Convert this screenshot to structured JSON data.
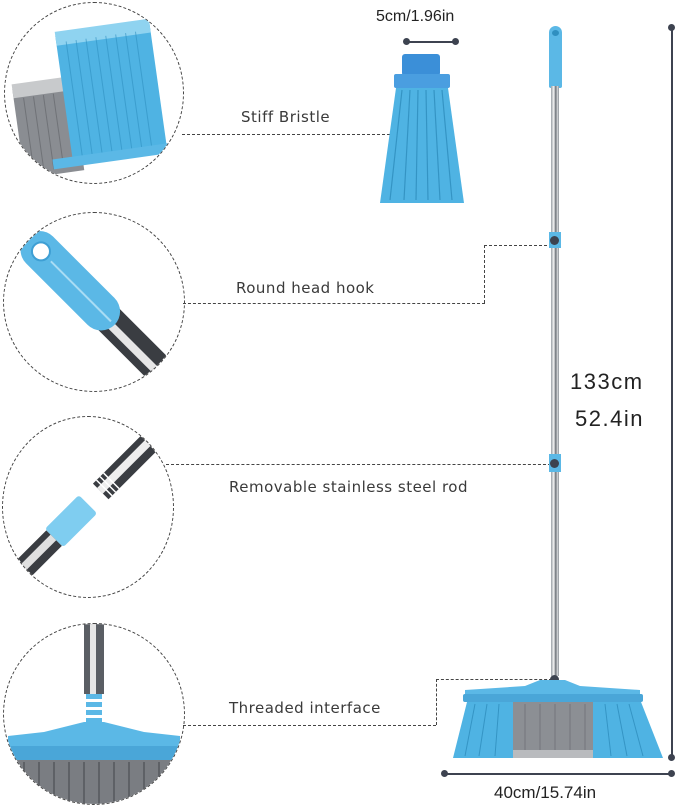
{
  "features": [
    {
      "id": "stiff-bristle",
      "label": "Stiff Bristle"
    },
    {
      "id": "round-head-hook",
      "label": "Round head hook"
    },
    {
      "id": "removable-rod",
      "label": "Removable  stainless steel rod"
    },
    {
      "id": "threaded-interface",
      "label": "Threaded interface"
    }
  ],
  "dimensions": {
    "head_width": "5cm/1.96in",
    "height_cm": "133cm",
    "height_in": "52.4in",
    "broom_width": "40cm/15.74in"
  },
  "colors": {
    "accent_blue": "#5bb8e6",
    "bristle_gray": "#8c8f94",
    "line": "#3d4350"
  }
}
